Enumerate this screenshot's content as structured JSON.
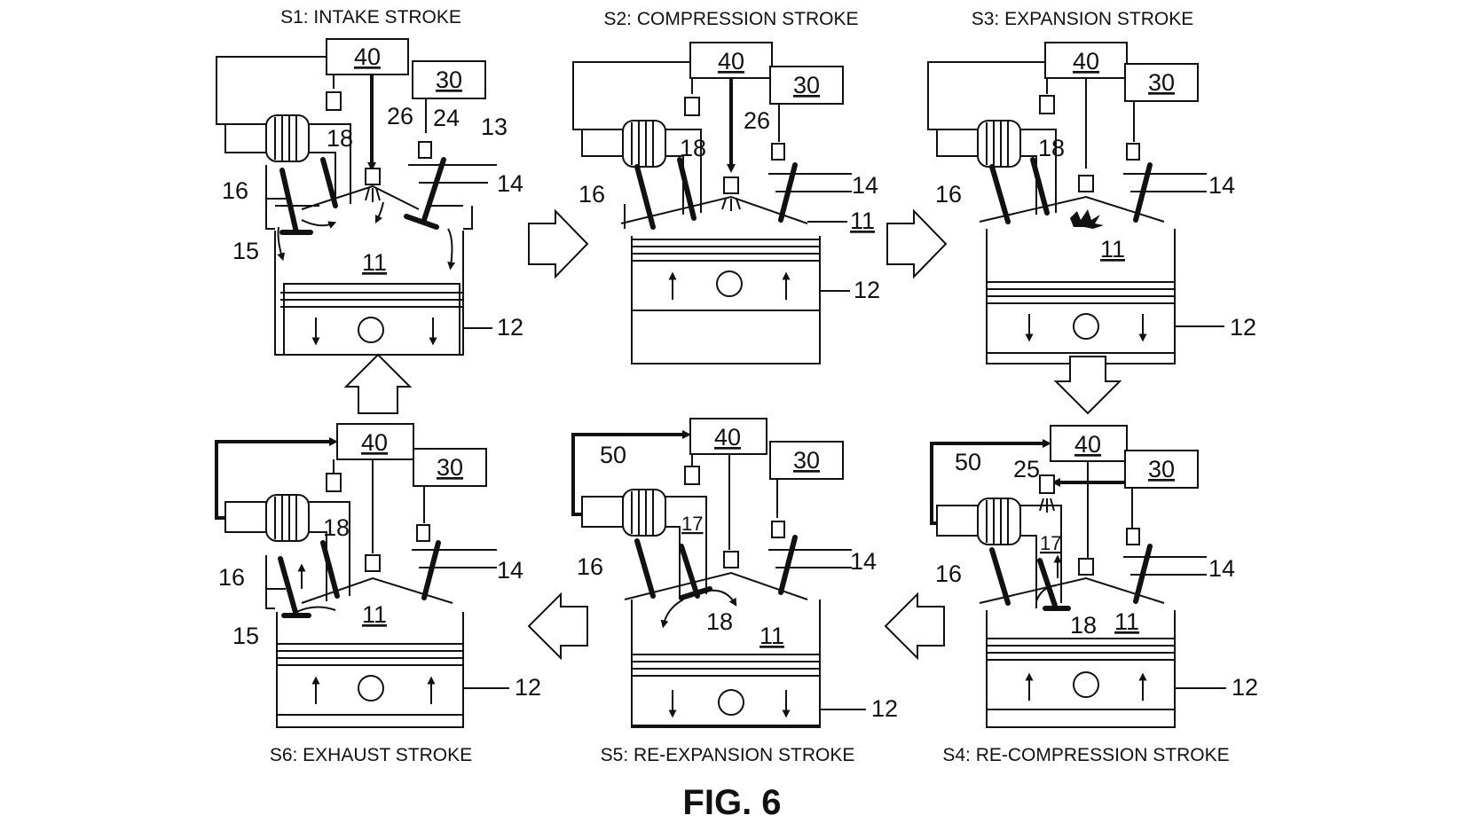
{
  "figure_label": "FIG. 6",
  "panels": [
    {
      "caption": "S1: INTAKE STROKE",
      "labels": {
        "ecu": "40",
        "ctrl": "30",
        "injector": "26",
        "plug": "24",
        "intake_port": "13",
        "exhaust_port": "16",
        "valve": "15",
        "cyl_valve": "18",
        "intake": "14",
        "chamber": "11",
        "piston": "12"
      },
      "piston_dir": "down"
    },
    {
      "caption": "S2: COMPRESSION STROKE",
      "labels": {
        "ecu": "40",
        "ctrl": "30",
        "injector": "26",
        "cyl_valve": "18",
        "exhaust_port": "16",
        "intake": "14",
        "chamber": "11",
        "piston": "12"
      },
      "piston_dir": "up"
    },
    {
      "caption": "S3: EXPANSION STROKE",
      "labels": {
        "ecu": "40",
        "ctrl": "30",
        "cyl_valve": "18",
        "exhaust_port": "16",
        "intake": "14",
        "chamber": "11",
        "piston": "12"
      },
      "piston_dir": "down"
    },
    {
      "caption": "S4: RE-COMPRESSION STROKE",
      "labels": {
        "ecu": "40",
        "ctrl": "30",
        "sensor": "50",
        "plug2": "25",
        "aux": "17",
        "cyl_valve": "18",
        "exhaust_port": "16",
        "intake": "14",
        "chamber": "11",
        "piston": "12"
      },
      "piston_dir": "up"
    },
    {
      "caption": "S5: RE-EXPANSION STROKE",
      "labels": {
        "ecu": "40",
        "ctrl": "30",
        "sensor": "50",
        "aux": "17",
        "cyl_valve": "18",
        "exhaust_port": "16",
        "intake": "14",
        "chamber": "11",
        "piston": "12"
      },
      "piston_dir": "down"
    },
    {
      "caption": "S6: EXHAUST STROKE",
      "labels": {
        "ecu": "40",
        "ctrl": "30",
        "cyl_valve": "18",
        "exhaust_port": "16",
        "valve": "15",
        "intake": "14",
        "chamber": "11",
        "piston": "12"
      },
      "piston_dir": "up"
    }
  ]
}
